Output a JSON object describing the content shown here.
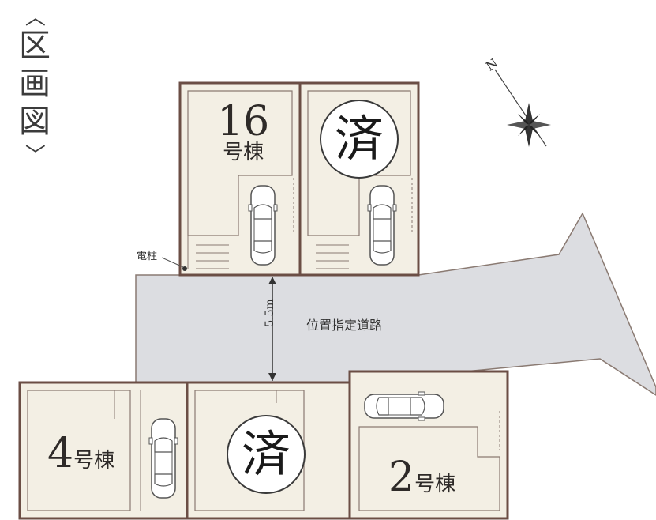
{
  "title": {
    "open_bracket": "〈",
    "chars": [
      "区",
      "画",
      "図"
    ],
    "close_bracket": "〉"
  },
  "road": {
    "label": "位置指定道路",
    "width": "5.5m"
  },
  "utility_pole": {
    "label": "電柱"
  },
  "lots": [
    {
      "number": "16",
      "suffix": "号棟",
      "sold": false
    },
    {
      "number": "",
      "suffix": "",
      "sold": true,
      "sold_mark": "済"
    },
    {
      "number": "4",
      "suffix": "号棟",
      "sold": false
    },
    {
      "number": "",
      "suffix": "",
      "sold": true,
      "sold_mark": "済"
    },
    {
      "number": "2",
      "suffix": "号棟",
      "sold": false
    }
  ],
  "compass": {
    "north_label": "N"
  },
  "colors": {
    "lot_fill": "#f3efe4",
    "lot_border": "#6b4e45",
    "road_fill": "#dcdde1",
    "line": "#8a7a72"
  }
}
